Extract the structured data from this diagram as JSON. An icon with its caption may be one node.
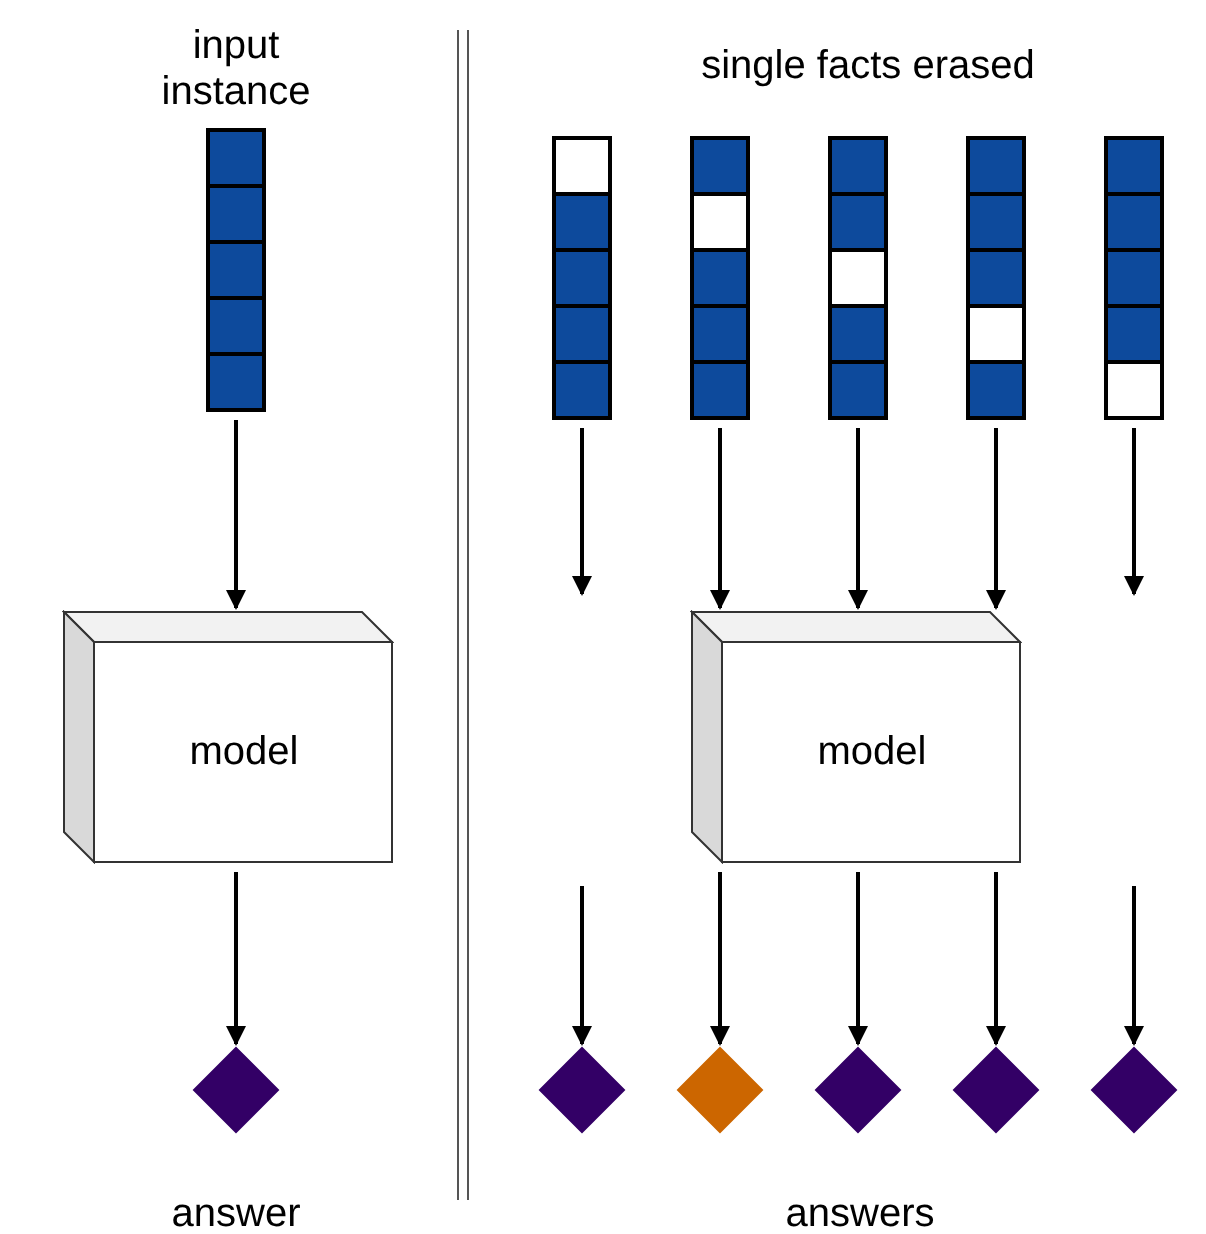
{
  "diagram": {
    "nodes": [
      {
        "text": [
          "input instance"
        ]
      },
      {
        "text": [
          "model"
        ]
      },
      {
        "text": [],
        "shape": "diamond"
      },
      {
        "text": [],
        "shape": "bar"
      },
      {
        "text": [],
        "shape": "bar"
      },
      {
        "text": [],
        "shape": "bar"
      },
      {
        "text": [],
        "shape": "bar"
      },
      {
        "text": [],
        "shape": "bar"
      },
      {
        "text": [
          "model"
        ]
      },
      {
        "text": [],
        "shape": "diamond"
      },
      {
        "text": [],
        "shape": "diamond"
      },
      {
        "text": [],
        "shape": "diamond"
      },
      {
        "text": [],
        "shape": "diamond"
      },
      {
        "text": [],
        "shape": "diamond"
      }
    ],
    "edges": [
      {
        "from": 0,
        "to": 1,
        "arrow": "to"
      },
      {
        "from": 1,
        "to": 2,
        "arrow": "to"
      },
      {
        "from": 3,
        "to": null,
        "arrow": "to"
      },
      {
        "from": 4,
        "to": 8,
        "arrow": "to"
      },
      {
        "from": 5,
        "to": 8,
        "arrow": "to"
      },
      {
        "from": 6,
        "to": 8,
        "arrow": "to"
      },
      {
        "from": 7,
        "to": null,
        "arrow": "to"
      },
      {
        "from": null,
        "to": 9,
        "arrow": "to"
      },
      {
        "from": 8,
        "to": 10,
        "arrow": "to"
      },
      {
        "from": 8,
        "to": 11,
        "arrow": "to"
      },
      {
        "from": 8,
        "to": 12,
        "arrow": "to"
      },
      {
        "from": null,
        "to": 13,
        "arrow": "to"
      }
    ],
    "labels": [
      "single facts erased",
      "answer",
      "answers"
    ]
  }
}
